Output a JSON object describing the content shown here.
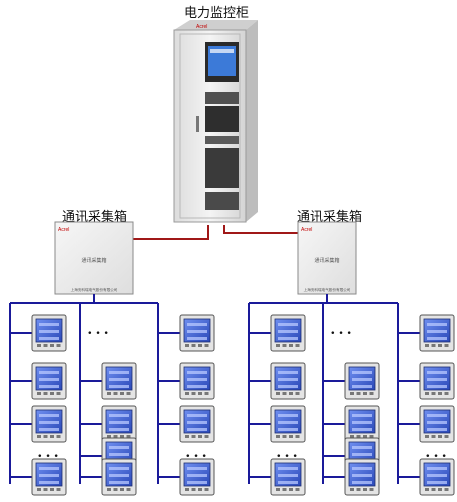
{
  "cabinet": {
    "title": "电力监控柜",
    "brand": "Acrel"
  },
  "boxes": [
    {
      "title": "通讯采集箱",
      "panel_text": "通讯采集箱",
      "company": "上海安科瑞电气股份有限公司",
      "brand": "Acrel"
    },
    {
      "title": "通讯采集箱",
      "panel_text": "通讯采集箱",
      "company": "上海安科瑞电气股份有限公司",
      "brand": "Acrel"
    }
  ],
  "ellipsis": "• • •",
  "colors": {
    "bus": "#1a1a9a",
    "link": "#a01818",
    "meter_screen": "#3c5fd0",
    "cabinet": "#e9e9e9"
  }
}
